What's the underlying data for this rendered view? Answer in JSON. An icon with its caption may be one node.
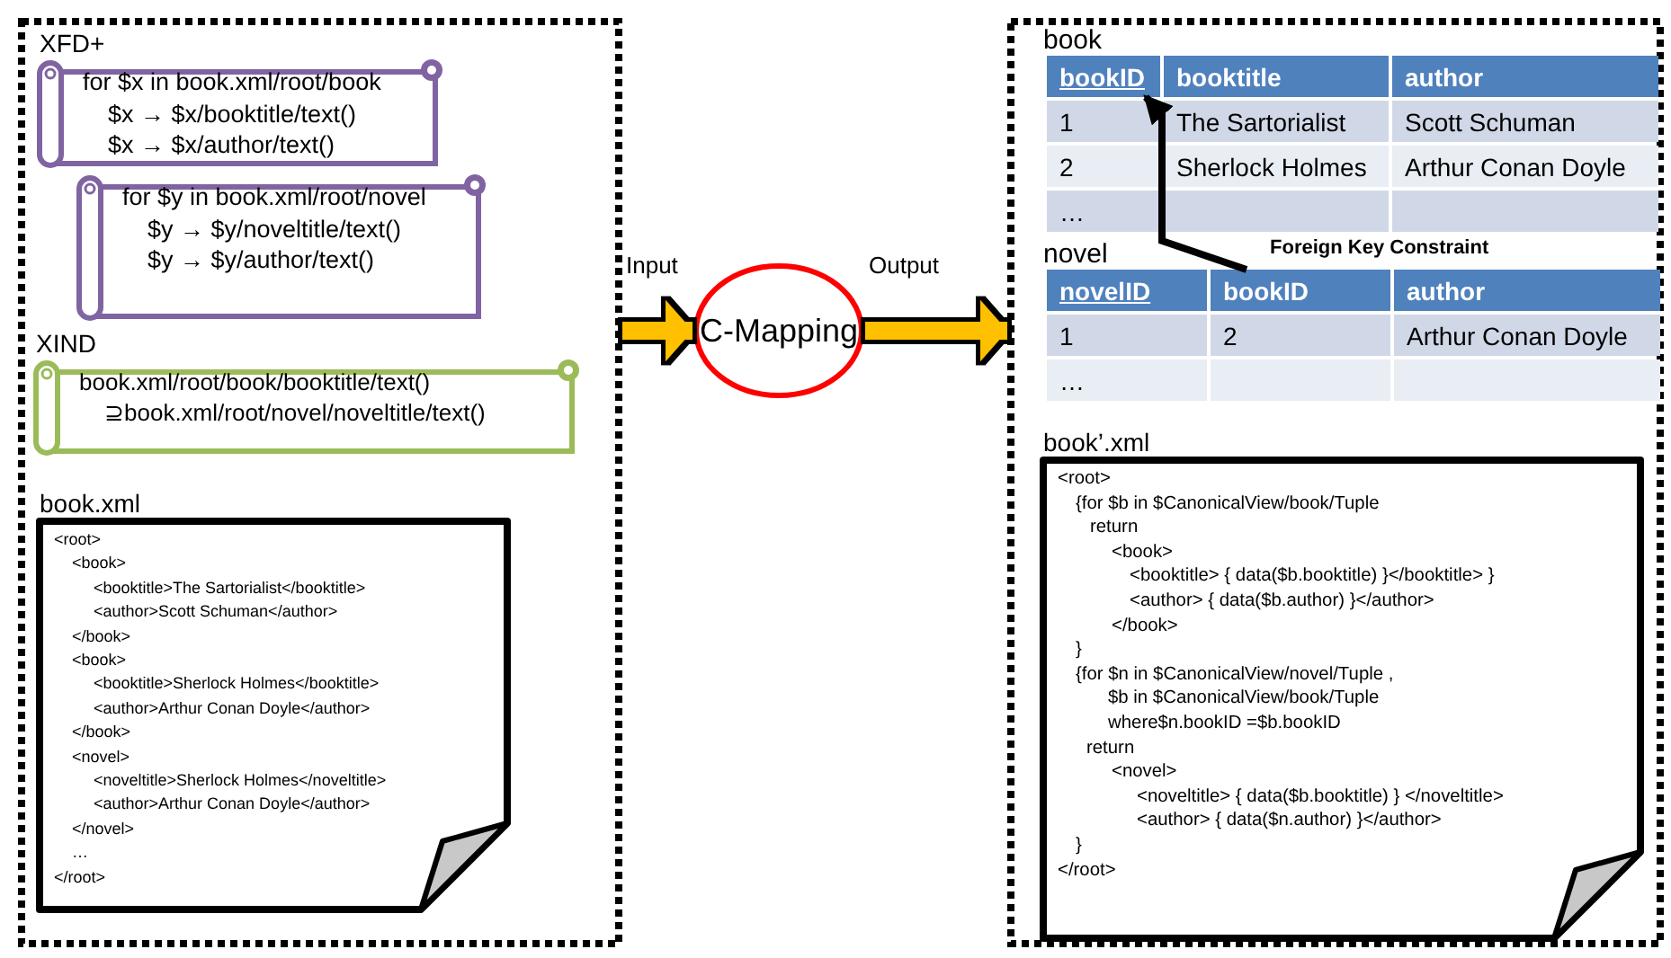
{
  "diagram": {
    "nodes": [
      {
        "text": [],
        "shape": "box"
      },
      {
        "text": [
          "XFD+",
          "for $x in book.xml/root/book",
          "$x → $x/booktitle/text()",
          "$x → $x/author/text()"
        ],
        "in": 0
      },
      {
        "text": [
          "for $y in book.xml/root/novel",
          "$y → $y/noveltitle/text()",
          "$y → $y/author/text()"
        ],
        "in": 0
      },
      {
        "text": [
          "XIND",
          "book.xml/root/book/booktitle/text()",
          "⊇book.xml/root/novel/noveltitle/text()"
        ],
        "in": 0
      },
      {
        "text": [
          "book.xml",
          "<root>",
          "<book>",
          "<booktitle>The Sartorialist</booktitle>",
          "<author>Scott Schuman</author>",
          "</book>",
          "<book>",
          "<booktitle>Sherlock Holmes</booktitle>",
          "<author>Arthur Conan Doyle</author>",
          "</book>",
          "<novel>",
          "<noveltitle>Sherlock Holmes</noveltitle>",
          "<author>Arthur Conan Doyle</author>",
          "</novel>",
          "…",
          "</root>"
        ],
        "in": 0
      },
      {
        "text": [
          "C-Mapping"
        ]
      },
      {
        "text": [],
        "shape": "box"
      },
      {
        "text": [
          "book"
        ],
        "in": 6
      },
      {
        "text": [
          "bookID"
        ],
        "in": 7
      },
      {
        "text": [
          "booktitle"
        ],
        "in": 7
      },
      {
        "text": [
          "author"
        ],
        "in": 7
      },
      {
        "text": [
          "1"
        ],
        "in": 7
      },
      {
        "text": [
          "The Sartorialist"
        ],
        "in": 7
      },
      {
        "text": [
          "Scott Schuman"
        ],
        "in": 7
      },
      {
        "text": [
          "2"
        ],
        "in": 7
      },
      {
        "text": [
          "Sherlock Holmes"
        ],
        "in": 7
      },
      {
        "text": [
          "Arthur Conan Doyle"
        ],
        "in": 7
      },
      {
        "text": [
          "…"
        ],
        "in": 7
      },
      {
        "text": [],
        "shape": "box",
        "in": 7
      },
      {
        "text": [],
        "shape": "box",
        "in": 7
      },
      {
        "text": [
          "novel"
        ],
        "in": 6
      },
      {
        "text": [
          "novelID"
        ],
        "in": 20
      },
      {
        "text": [
          "bookID"
        ],
        "in": 20
      },
      {
        "text": [
          "author"
        ],
        "in": 20
      },
      {
        "text": [
          "1"
        ],
        "in": 20
      },
      {
        "text": [
          "2"
        ],
        "in": 20
      },
      {
        "text": [
          "Arthur Conan Doyle"
        ],
        "in": 20
      },
      {
        "text": [
          "…"
        ],
        "in": 20
      },
      {
        "text": [],
        "shape": "box",
        "in": 20
      },
      {
        "text": [],
        "shape": "box",
        "in": 20
      },
      {
        "text": [
          "book’.xml",
          "<root>",
          "{for $b in $CanonicalView/book/Tuple",
          "return",
          "<book>",
          "<booktitle> { data($b.booktitle) }</booktitle> }",
          "<author> { data($b.author) }</author>",
          "</book>",
          "}",
          "{for $n in $CanonicalView/novel/Tuple ,",
          "$b in $CanonicalView/book/Tuple",
          "where$n.bookID =$b.bookID",
          "return",
          "<novel>",
          "<noveltitle> { data($b.booktitle) } </noveltitle>",
          "<author> { data($n.author) }</author>",
          "}",
          "</root>"
        ],
        "in": 6
      }
    ],
    "edges": [
      {
        "from": 0,
        "to": 5,
        "arrow": "to",
        "label": "Input"
      },
      {
        "from": 5,
        "to": 6,
        "arrow": "to",
        "label": "Output"
      },
      {
        "from": 22,
        "to": 8,
        "arrow": "to",
        "label": "Foreign Key Constraint",
        "color": "#000000"
      }
    ]
  }
}
